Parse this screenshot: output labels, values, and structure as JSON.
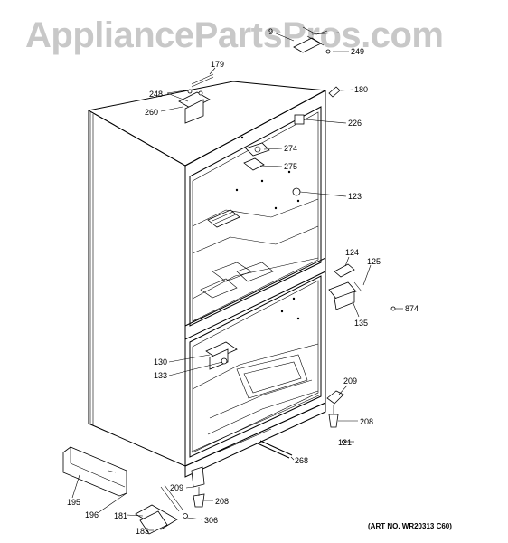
{
  "watermark": "AppliancePartsPros.com",
  "art_number": "(ART NO. WR20313 C60)",
  "callouts": [
    "9",
    "249",
    "179",
    "180",
    "248",
    "260",
    "226",
    "274",
    "275",
    "123",
    "124",
    "125",
    "874",
    "135",
    "130",
    "133",
    "209",
    "208",
    "121",
    "268",
    "209",
    "208",
    "195",
    "196",
    "181",
    "306",
    "183"
  ]
}
